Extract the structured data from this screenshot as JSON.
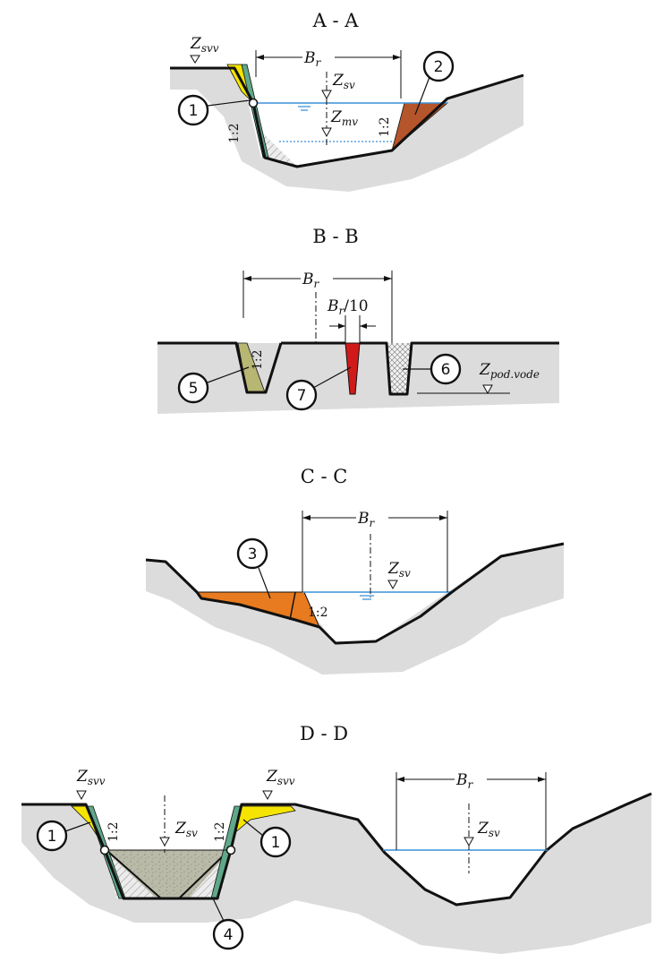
{
  "sections": [
    {
      "title": "A - A"
    },
    {
      "title": "B - B"
    },
    {
      "title": "C - C"
    },
    {
      "title": "D - D"
    }
  ],
  "symbols": {
    "Br": "B",
    "Br_sub": "r",
    "Br10_sub": "r",
    "Br10_tail": "/10",
    "Zsvv": "Z",
    "Zsvv_sub": "svv",
    "Zsv": "Z",
    "Zsv_sub": "sv",
    "Zmv": "Z",
    "Zmv_sub": "mv",
    "Zpod": "Z",
    "Zpod_sub": "pod.vode"
  },
  "slope_label": "1:2",
  "markers": [
    "1",
    "2",
    "3",
    "4",
    "5",
    "6",
    "7"
  ],
  "colors": {
    "ground": "#dcdcdc",
    "water_line": "#3a8fd6",
    "marker1_yellow": "#f5e400",
    "marker1_green": "#5fa88a",
    "marker2_brown": "#b5552b",
    "marker3_orange": "#e87a1f",
    "marker4_gravel": "#b9baa8",
    "marker5_olive": "#b7b673",
    "marker7_red": "#d01a1a"
  }
}
